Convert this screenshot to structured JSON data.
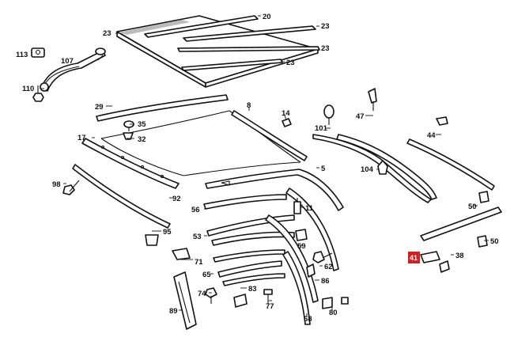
{
  "diagram": {
    "highlighted_part": "41",
    "highlight_color": "#d21f1f",
    "line_color": "#111111",
    "background_color": "#ffffff",
    "labels": {
      "p20": "20",
      "p23a": "23",
      "p23b": "23",
      "p23c": "23",
      "p23d": "23",
      "p113": "113",
      "p107": "107",
      "p110": "110",
      "p29": "29",
      "p35": "35",
      "p32": "32",
      "p17": "17",
      "p8": "8",
      "p14": "14",
      "p101": "101",
      "p47": "47",
      "p44": "44",
      "p5": "5",
      "p104": "104",
      "p98": "98",
      "p92": "92",
      "p56": "56",
      "p11": "11",
      "p95": "95",
      "p53": "53",
      "p59": "59",
      "p71": "71",
      "p65": "65",
      "p62": "62",
      "p83": "83",
      "p86": "86",
      "p74": "74",
      "p77": "77",
      "p89": "89",
      "p68": "68",
      "p80": "80",
      "p50a": "50",
      "p50b": "50",
      "p38": "38",
      "p41": "41"
    }
  }
}
